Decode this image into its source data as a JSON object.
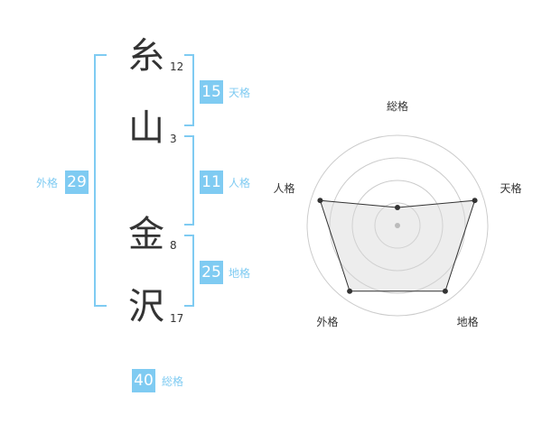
{
  "name": {
    "chars": [
      {
        "char": "糸",
        "strokes": "12"
      },
      {
        "char": "山",
        "strokes": "3"
      },
      {
        "char": "金",
        "strokes": "8"
      },
      {
        "char": "沢",
        "strokes": "17"
      }
    ]
  },
  "kakusu": {
    "tenkaku": {
      "value": "15",
      "label": "天格"
    },
    "jinkaku": {
      "value": "11",
      "label": "人格"
    },
    "chikaku": {
      "value": "25",
      "label": "地格"
    },
    "gaikaku": {
      "value": "29",
      "label": "外格"
    },
    "soukaku": {
      "value": "40",
      "label": "総格"
    }
  },
  "colors": {
    "accent": "#7fcbf2",
    "text": "#333333",
    "grid": "#cccccc"
  },
  "chart_data": {
    "type": "radar",
    "axes": [
      "総格",
      "天格",
      "地格",
      "外格",
      "人格"
    ],
    "values": [
      0.2,
      0.9,
      0.9,
      0.9,
      0.9
    ],
    "rings": 4
  }
}
